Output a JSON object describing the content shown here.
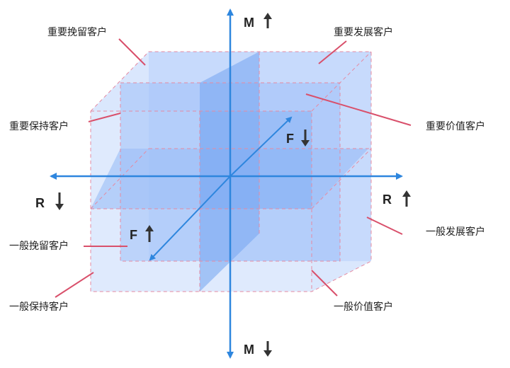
{
  "diagram": {
    "axes": {
      "m_top": "M",
      "m_bottom": "M",
      "r_left": "R",
      "r_right": "R",
      "f_top": "F",
      "f_bottom": "F"
    },
    "segments": {
      "important_win_back": "重要挽留客户",
      "important_develop": "重要发展客户",
      "important_retain": "重要保持客户",
      "important_value": "重要价值客户",
      "general_win_back": "一般挽留客户",
      "general_develop": "一般发展客户",
      "general_retain": "一般保持客户",
      "general_value": "一般价值客户"
    },
    "colors": {
      "axis": "#2e86de",
      "leader": "#d9506b",
      "dash": "#e58aa1",
      "cube_face": "#a9c9fb",
      "cube_inner": "#6fa2f1",
      "arrow_dark": "#333333"
    }
  }
}
